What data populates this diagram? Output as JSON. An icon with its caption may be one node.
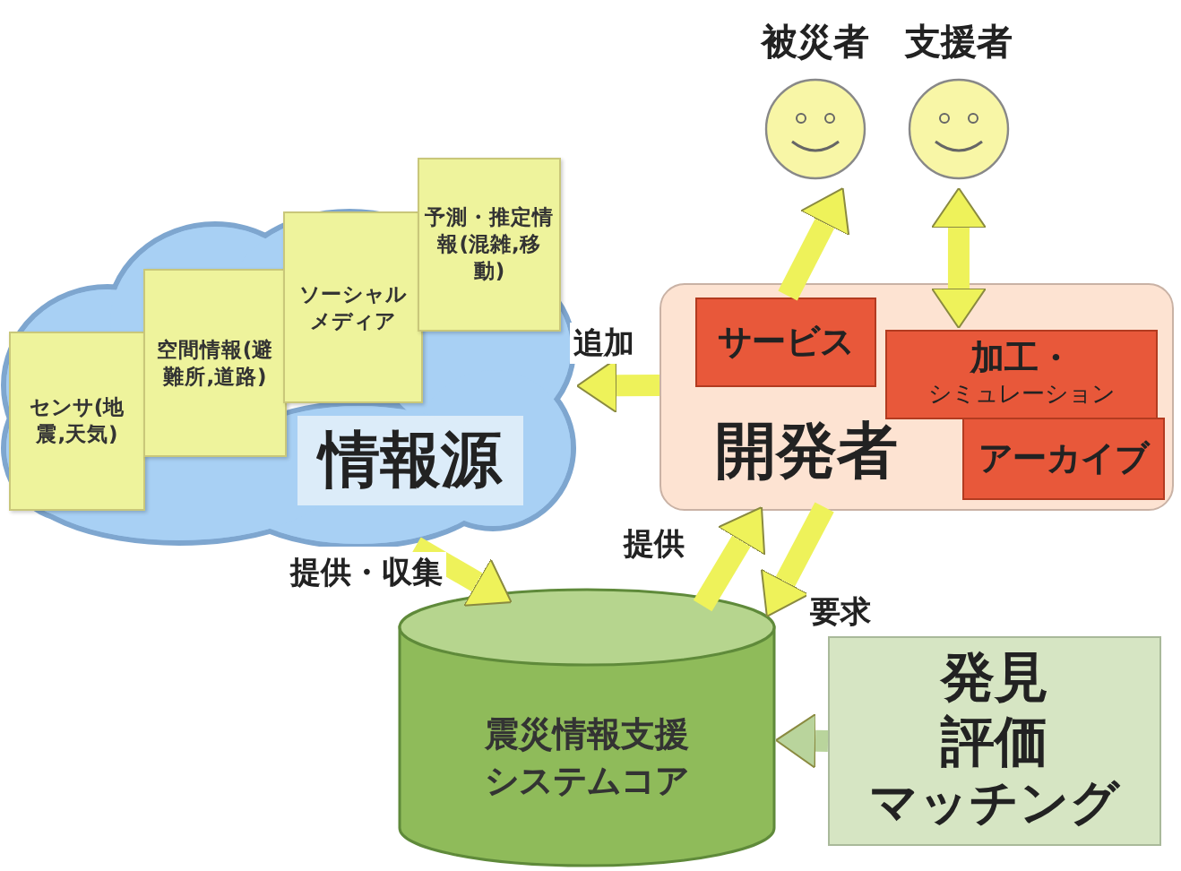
{
  "diagram": {
    "nodes": [
      {
        "text": [
          "情報源"
        ]
      },
      {
        "text": [
          "センサ(地震,天気)"
        ],
        "in": 0
      },
      {
        "text": [
          "空間情報(避難所,道路)"
        ],
        "in": 0
      },
      {
        "text": [
          "ソーシャルメディア"
        ],
        "in": 0
      },
      {
        "text": [
          "予測・推定情報(混雑,移動)"
        ]
      },
      {
        "text": [
          "開発者"
        ]
      },
      {
        "text": [
          "サービス"
        ],
        "in": 5
      },
      {
        "text": [
          "加工・",
          "シミュレーション"
        ],
        "in": 5
      },
      {
        "text": [
          "アーカイブ"
        ],
        "in": 5
      },
      {
        "text": [
          "被災者"
        ]
      },
      {
        "text": [
          "支援者"
        ]
      },
      {
        "text": [
          "震災情報支援システムコア"
        ]
      },
      {
        "text": [
          "発見",
          "評価",
          "マッチング"
        ]
      }
    ],
    "edges": [
      {
        "from": 5,
        "to": 0,
        "arrow": "to",
        "label": "追加"
      },
      {
        "from": 0,
        "to": 11,
        "arrow": "to",
        "label": "提供・収集"
      },
      {
        "from": 11,
        "to": 5,
        "arrow": "to",
        "label": "提供"
      },
      {
        "from": 5,
        "to": 11,
        "arrow": "to",
        "label": "要求"
      },
      {
        "from": 6,
        "to": 9,
        "arrow": "to"
      },
      {
        "from": 7,
        "to": 10,
        "arrow": "both"
      },
      {
        "from": 12,
        "to": 11,
        "arrow": "to",
        "color": "#b9d49c"
      }
    ]
  }
}
